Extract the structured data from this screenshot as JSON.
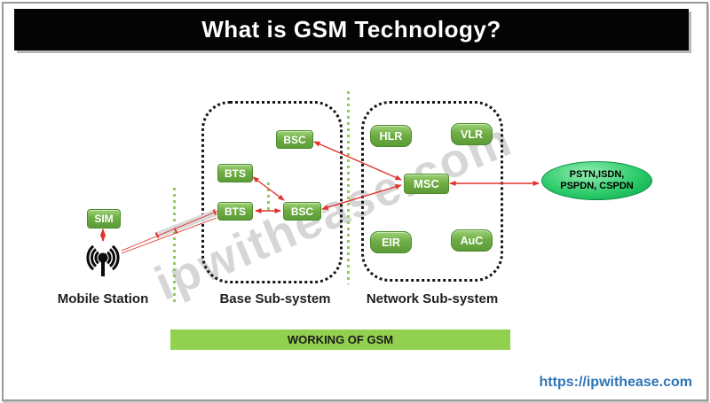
{
  "header": {
    "title": "What is GSM Technology?"
  },
  "watermark_text": "ipwithease.com",
  "diagram": {
    "nodes": {
      "sim": "SIM",
      "bsc_top": "BSC",
      "bts_upper": "BTS",
      "bts_lower": "BTS",
      "bsc_lower": "BSC",
      "hlr": "HLR",
      "vlr": "VLR",
      "msc": "MSC",
      "eir": "EIR",
      "auc": "AuC"
    },
    "captions": {
      "mobile_station": "Mobile Station",
      "base_subsystem": "Base Sub-system",
      "network_subsystem": "Network Sub-system"
    },
    "external_network": {
      "line1": "PSTN,ISDN,",
      "line2": "PSPDN, CSPDN"
    }
  },
  "footer": {
    "banner": "WORKING OF GSM",
    "site_url": "https://ipwithease.com"
  },
  "colors": {
    "node_green": "#6fae45",
    "banner_green": "#92d050",
    "ellipse_green": "#00a54b",
    "arrow_red": "#e0342e",
    "separator_green": "#8fce4e",
    "link_blue": "#2e75b6",
    "title_bg": "#040404"
  }
}
